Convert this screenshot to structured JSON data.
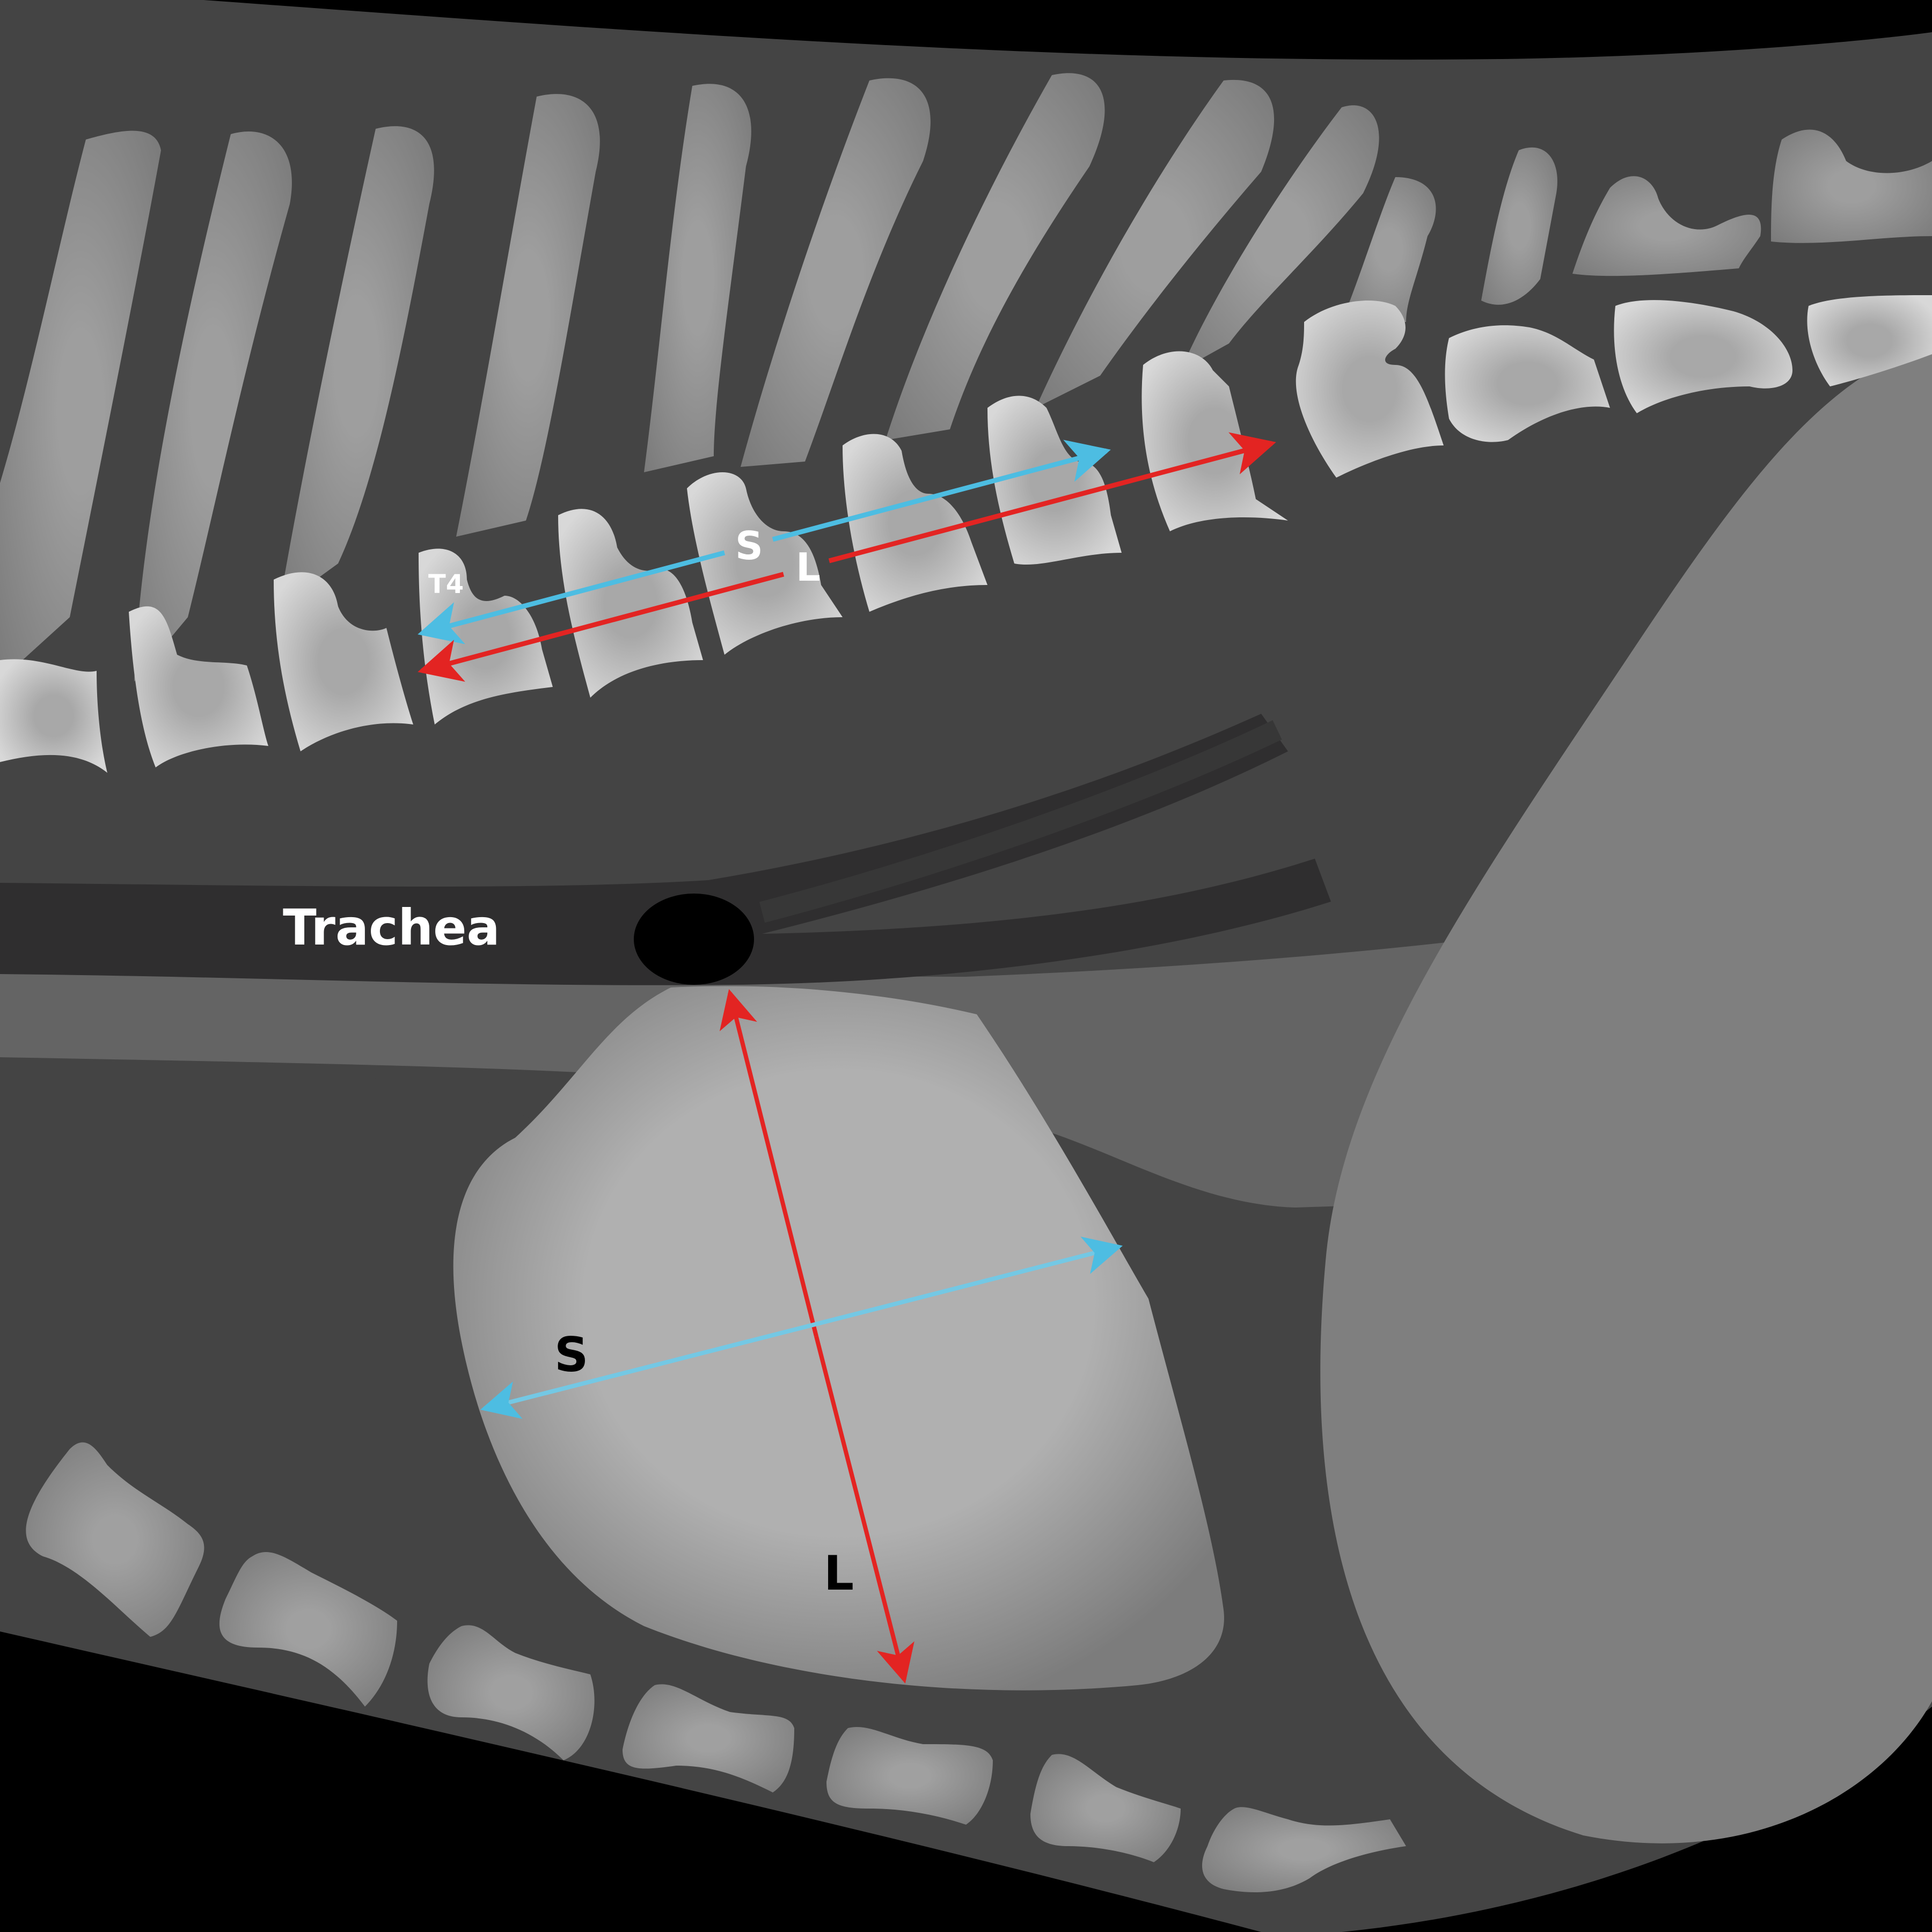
{
  "title": "Vertebral heart score measurement (lateral thoracic radiograph)",
  "labels": {
    "trachea": "Trachea",
    "vertebra_start": "T4",
    "spine_short_axis": "S",
    "spine_long_axis": "L",
    "heart_short_axis": "S",
    "heart_long_axis": "L"
  },
  "colors": {
    "background": "#000000",
    "soft_tissue": "#444444",
    "trachea": "#2f2e2f",
    "trachea_lumen": "#000000",
    "lung_fields": "#646464",
    "heart": "#b0b0b0",
    "diaphragm_liver": "#7f7f7f",
    "vertebra": "#c8c8c8",
    "rib": "#8f8f8f",
    "sternebra": "#9a9a9a",
    "short_axis_arrow": "#4dbde2",
    "long_axis_arrow": "#e32422"
  },
  "measurements": [
    {
      "name": "heart-long-axis",
      "label": "L",
      "color": "#e32422",
      "from": [
        1358,
        1850
      ],
      "to": [
        1685,
        3130
      ]
    },
    {
      "name": "heart-short-axis",
      "label": "S",
      "color": "#4dbde2",
      "from": [
        2085,
        2323
      ],
      "to": [
        902,
        2625
      ]
    },
    {
      "name": "spine-short-axis",
      "label": "S",
      "color": "#4dbde2",
      "from": [
        786,
        1180
      ],
      "to": [
        2062,
        838
      ]
    },
    {
      "name": "spine-long-axis",
      "label": "L",
      "color": "#e32422",
      "from": [
        786,
        1250
      ],
      "to": [
        2370,
        826
      ]
    }
  ]
}
